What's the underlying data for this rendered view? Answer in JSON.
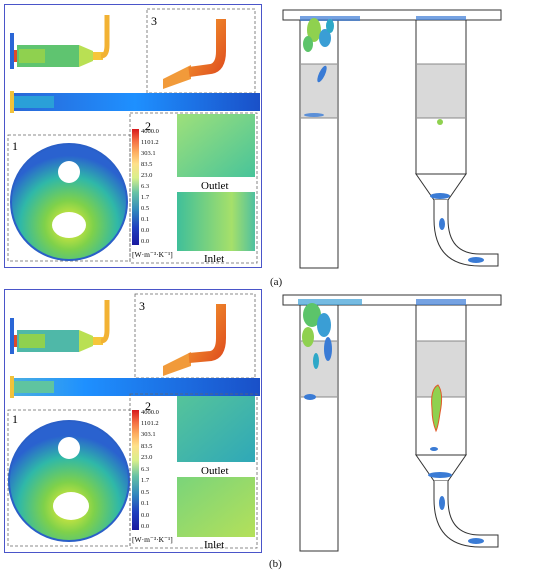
{
  "figure": {
    "subfigures": [
      {
        "id": "a",
        "label": "(a)",
        "regions": {
          "circle": "1",
          "contour": "2",
          "pipe": "3"
        },
        "outlet_label": "Outlet",
        "inlet_label": "Inlet",
        "unit_label": "[W·m⁻³·K⁻¹]",
        "legend_ticks": [
          "4000.0",
          "1101.2",
          "303.1",
          "83.5",
          "23.0",
          "6.3",
          "1.7",
          "0.5",
          "0.1",
          "0.0",
          "0.0"
        ]
      },
      {
        "id": "b",
        "label": "(b)",
        "regions": {
          "circle": "1",
          "contour": "2",
          "pipe": "3"
        },
        "outlet_label": "Outlet",
        "inlet_label": "Inlet",
        "unit_label": "[W·m⁻³·K⁻¹]",
        "legend_ticks": [
          "4000.0",
          "1101.2",
          "303.1",
          "83.5",
          "23.0",
          "6.3",
          "1.7",
          "0.5",
          "0.1",
          "0.0",
          "0.0"
        ]
      }
    ],
    "colors": {
      "panel_border": "#4a55c9",
      "legend_gradient": [
        "#d7191c",
        "#f46d43",
        "#fdae61",
        "#fee08b",
        "#d9ef8b",
        "#66c2a5",
        "#3288bd",
        "#1f3fbf",
        "#1a1aa0"
      ],
      "vortex_green": "#8fd14f",
      "vortex_blue": "#3a7bd5",
      "tube_gray": "#d9d9d9"
    }
  }
}
